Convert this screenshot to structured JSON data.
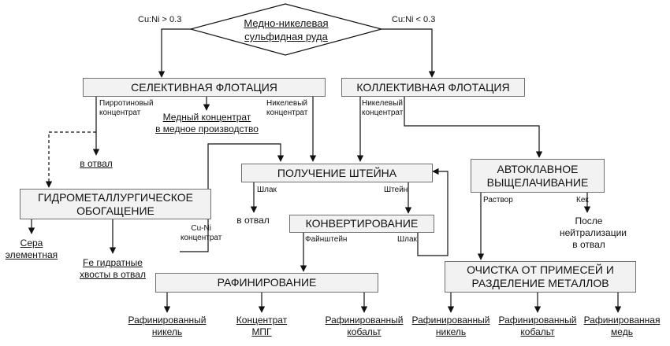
{
  "ore": {
    "label": "Медно-никелевая\nсульфидная руда",
    "left_ratio": "Cu:Ni > 0.3",
    "right_ratio": "Cu:Ni < 0.3"
  },
  "boxes": {
    "selective": "СЕЛЕКТИВНАЯ ФЛОТАЦИЯ",
    "collective": "КОЛЛЕКТИВНАЯ ФЛОТАЦИЯ",
    "matte": "ПОЛУЧЕНИЕ ШТЕЙНА",
    "autoclave": "АВТОКЛАВНОЕ ВЫЩЕЛАЧИВАНИЕ",
    "hydro": "ГИДРОМЕТАЛЛУРГИЧЕСКОЕ ОБОГАЩЕНИЕ",
    "convert": "КОНВЕРТИРОВАНИЕ",
    "refine": "РАФИНИРОВАНИЕ",
    "purify": "ОЧИСТКА ОТ ПРИМЕСЕЙ И РАЗДЕЛЕНИЕ МЕТАЛЛОВ"
  },
  "labels": {
    "pyrrhotite": "Пирротиновый\nконцентрат",
    "nickel_sel": "Никелевый\nконцентрат",
    "nickel_col": "Никелевый\nконцентрат",
    "cuni": "Cu-Ni\nконцентрат",
    "slag1": "Шлак",
    "matte_lbl": "Штейн",
    "solution": "Раствор",
    "cake": "Кек",
    "fine_matte": "Файнштейн",
    "slag2": "Шлак"
  },
  "outputs": {
    "copper_conc": "Медный концентрат\nв медное производство",
    "dump1": "в отвал",
    "sulfur": "Сера\nэлементная",
    "fe_tails": "Fe гидратные\nхвосты в отвал",
    "dump2": "в отвал",
    "after_neutral": "После\nнейтрализации\nв отвал",
    "ref_ni": "Рафинированный\nникель",
    "pgm": "Концентрат\nМПГ",
    "ref_co": "Рафинированный\nкобальт",
    "ref_ni2": "Рафинированный\nникель",
    "ref_co2": "Рафинированный\nкобальт",
    "ref_cu": "Рафинированная\nмедь"
  }
}
